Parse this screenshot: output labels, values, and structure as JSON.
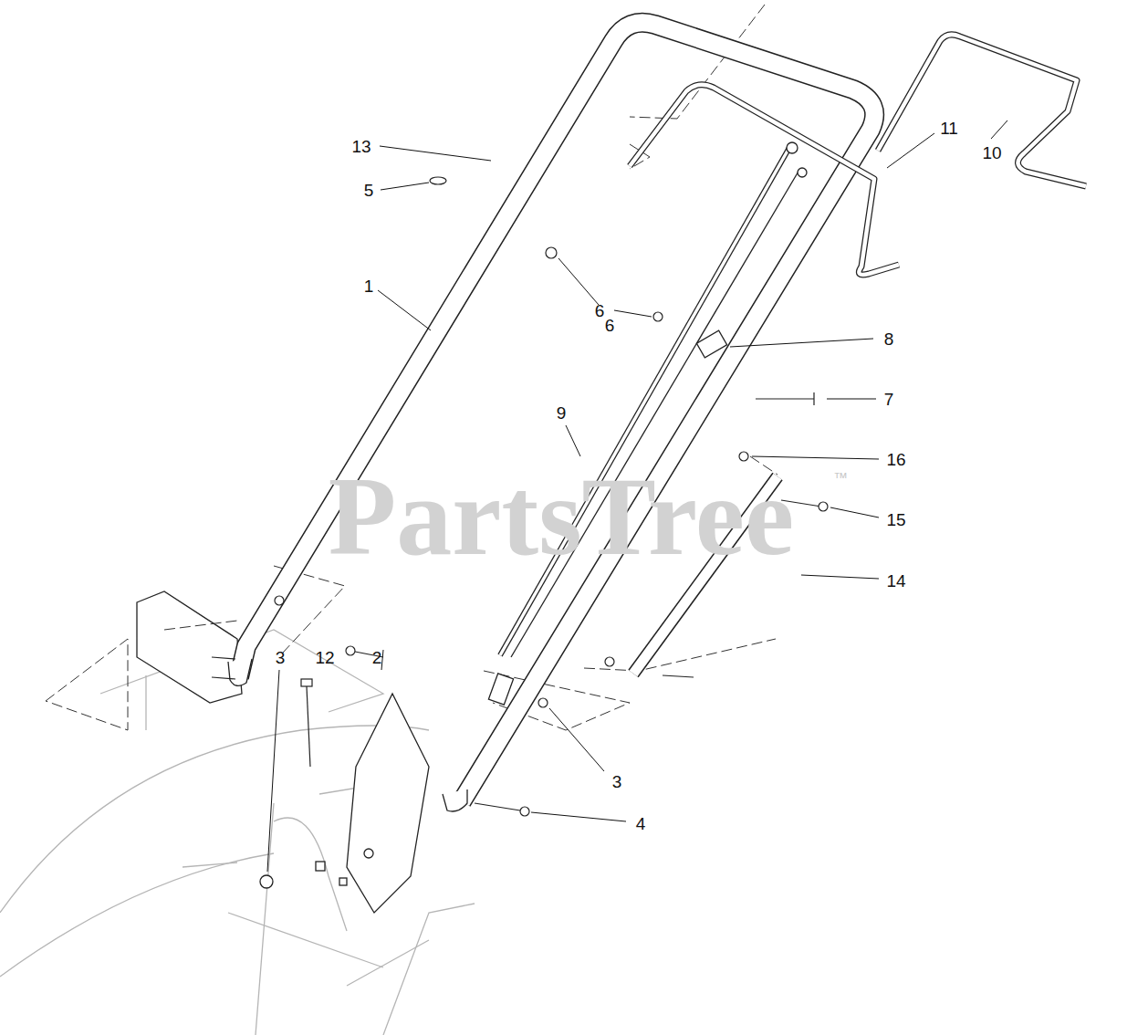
{
  "diagram": {
    "labels": [
      "13",
      "11",
      "10",
      "5",
      "1",
      "6",
      "6",
      "8",
      "7",
      "9",
      "16",
      "15",
      "14",
      "3",
      "12",
      "2",
      "3",
      "4",
      "PartsTree",
      "™"
    ]
  }
}
